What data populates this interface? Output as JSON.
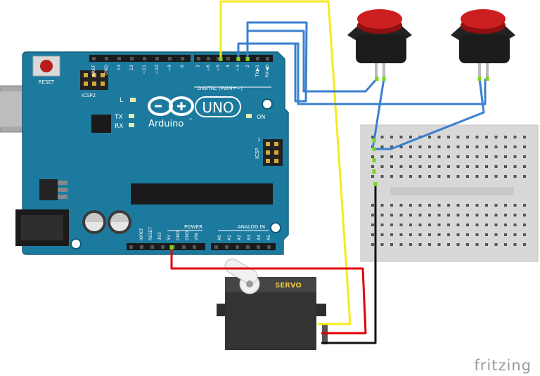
{
  "arduino": {
    "reset_label": "RESET",
    "icsp2_label": "ICSP2",
    "icsp_label": "ICSP",
    "icsp_pin1": "1",
    "led_l": "L",
    "led_tx": "TX",
    "led_rx": "RX",
    "led_on": "ON",
    "logo_text": "Arduino",
    "logo_tm": "™",
    "uno_label": "UNO",
    "digital_label": "DIGITAL (PWM=~)",
    "power_label": "POWER",
    "analog_label": "ANALOG IN",
    "digital_pins_left": [
      "AREF",
      "GND",
      "13",
      "12",
      "~11",
      "~10",
      "~9",
      "8"
    ],
    "digital_pins_right": [
      "7",
      "~6",
      "~5",
      "4",
      "~3",
      "2",
      "TX▶1",
      "RX◀0"
    ],
    "power_pins": [
      "IOREF",
      "RESET",
      "3V3",
      "5V",
      "GND",
      "GND",
      "VIN"
    ],
    "analog_pins": [
      "A0",
      "A1",
      "A2",
      "A3",
      "A4",
      "A5"
    ]
  },
  "servo": {
    "label": "SERVO"
  },
  "watermark": "fritzing",
  "colors": {
    "board": "#1c7a9e",
    "wire_signal": "#ffee00",
    "wire_power": "#e00000",
    "wire_ground": "#111111",
    "wire_button": "#3a7fd1",
    "button_cap": "#cc1f1f",
    "servo_body": "#333333",
    "servo_label": "#e8c23a"
  }
}
